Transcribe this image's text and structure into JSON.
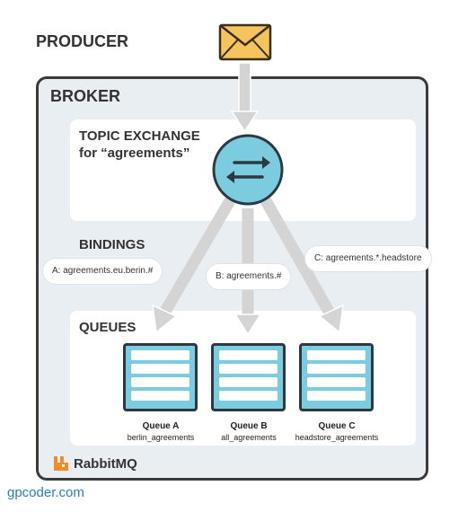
{
  "producer": {
    "label": "PRODUCER",
    "icon": "envelope-icon"
  },
  "broker": {
    "label": "BROKER",
    "exchange": {
      "title_line1": "TOPIC EXCHANGE",
      "title_line2": "for “agreements”",
      "icon": "swap-arrows-icon"
    },
    "bindings": {
      "label": "BINDINGS",
      "items": [
        {
          "text": "A: agreements.eu.berin.#"
        },
        {
          "text": "B: agreements.#"
        },
        {
          "text": "C: agreements.*.headstore"
        }
      ]
    },
    "queues": {
      "label": "QUEUES",
      "items": [
        {
          "name": "Queue A",
          "routing": "berlin_agreements"
        },
        {
          "name": "Queue B",
          "routing": "all_agreements"
        },
        {
          "name": "Queue C",
          "routing": "headstore_agreements"
        }
      ]
    }
  },
  "brand": {
    "name": "RabbitMQ",
    "icon": "rabbitmq-logo-icon"
  },
  "watermark": "gpcoder.com",
  "colors": {
    "accent": "#7ccce0",
    "panel": "#e8eef2",
    "arrow": "#d4d4d4",
    "envelope": "#f6c45c",
    "outline": "#2a3942"
  }
}
